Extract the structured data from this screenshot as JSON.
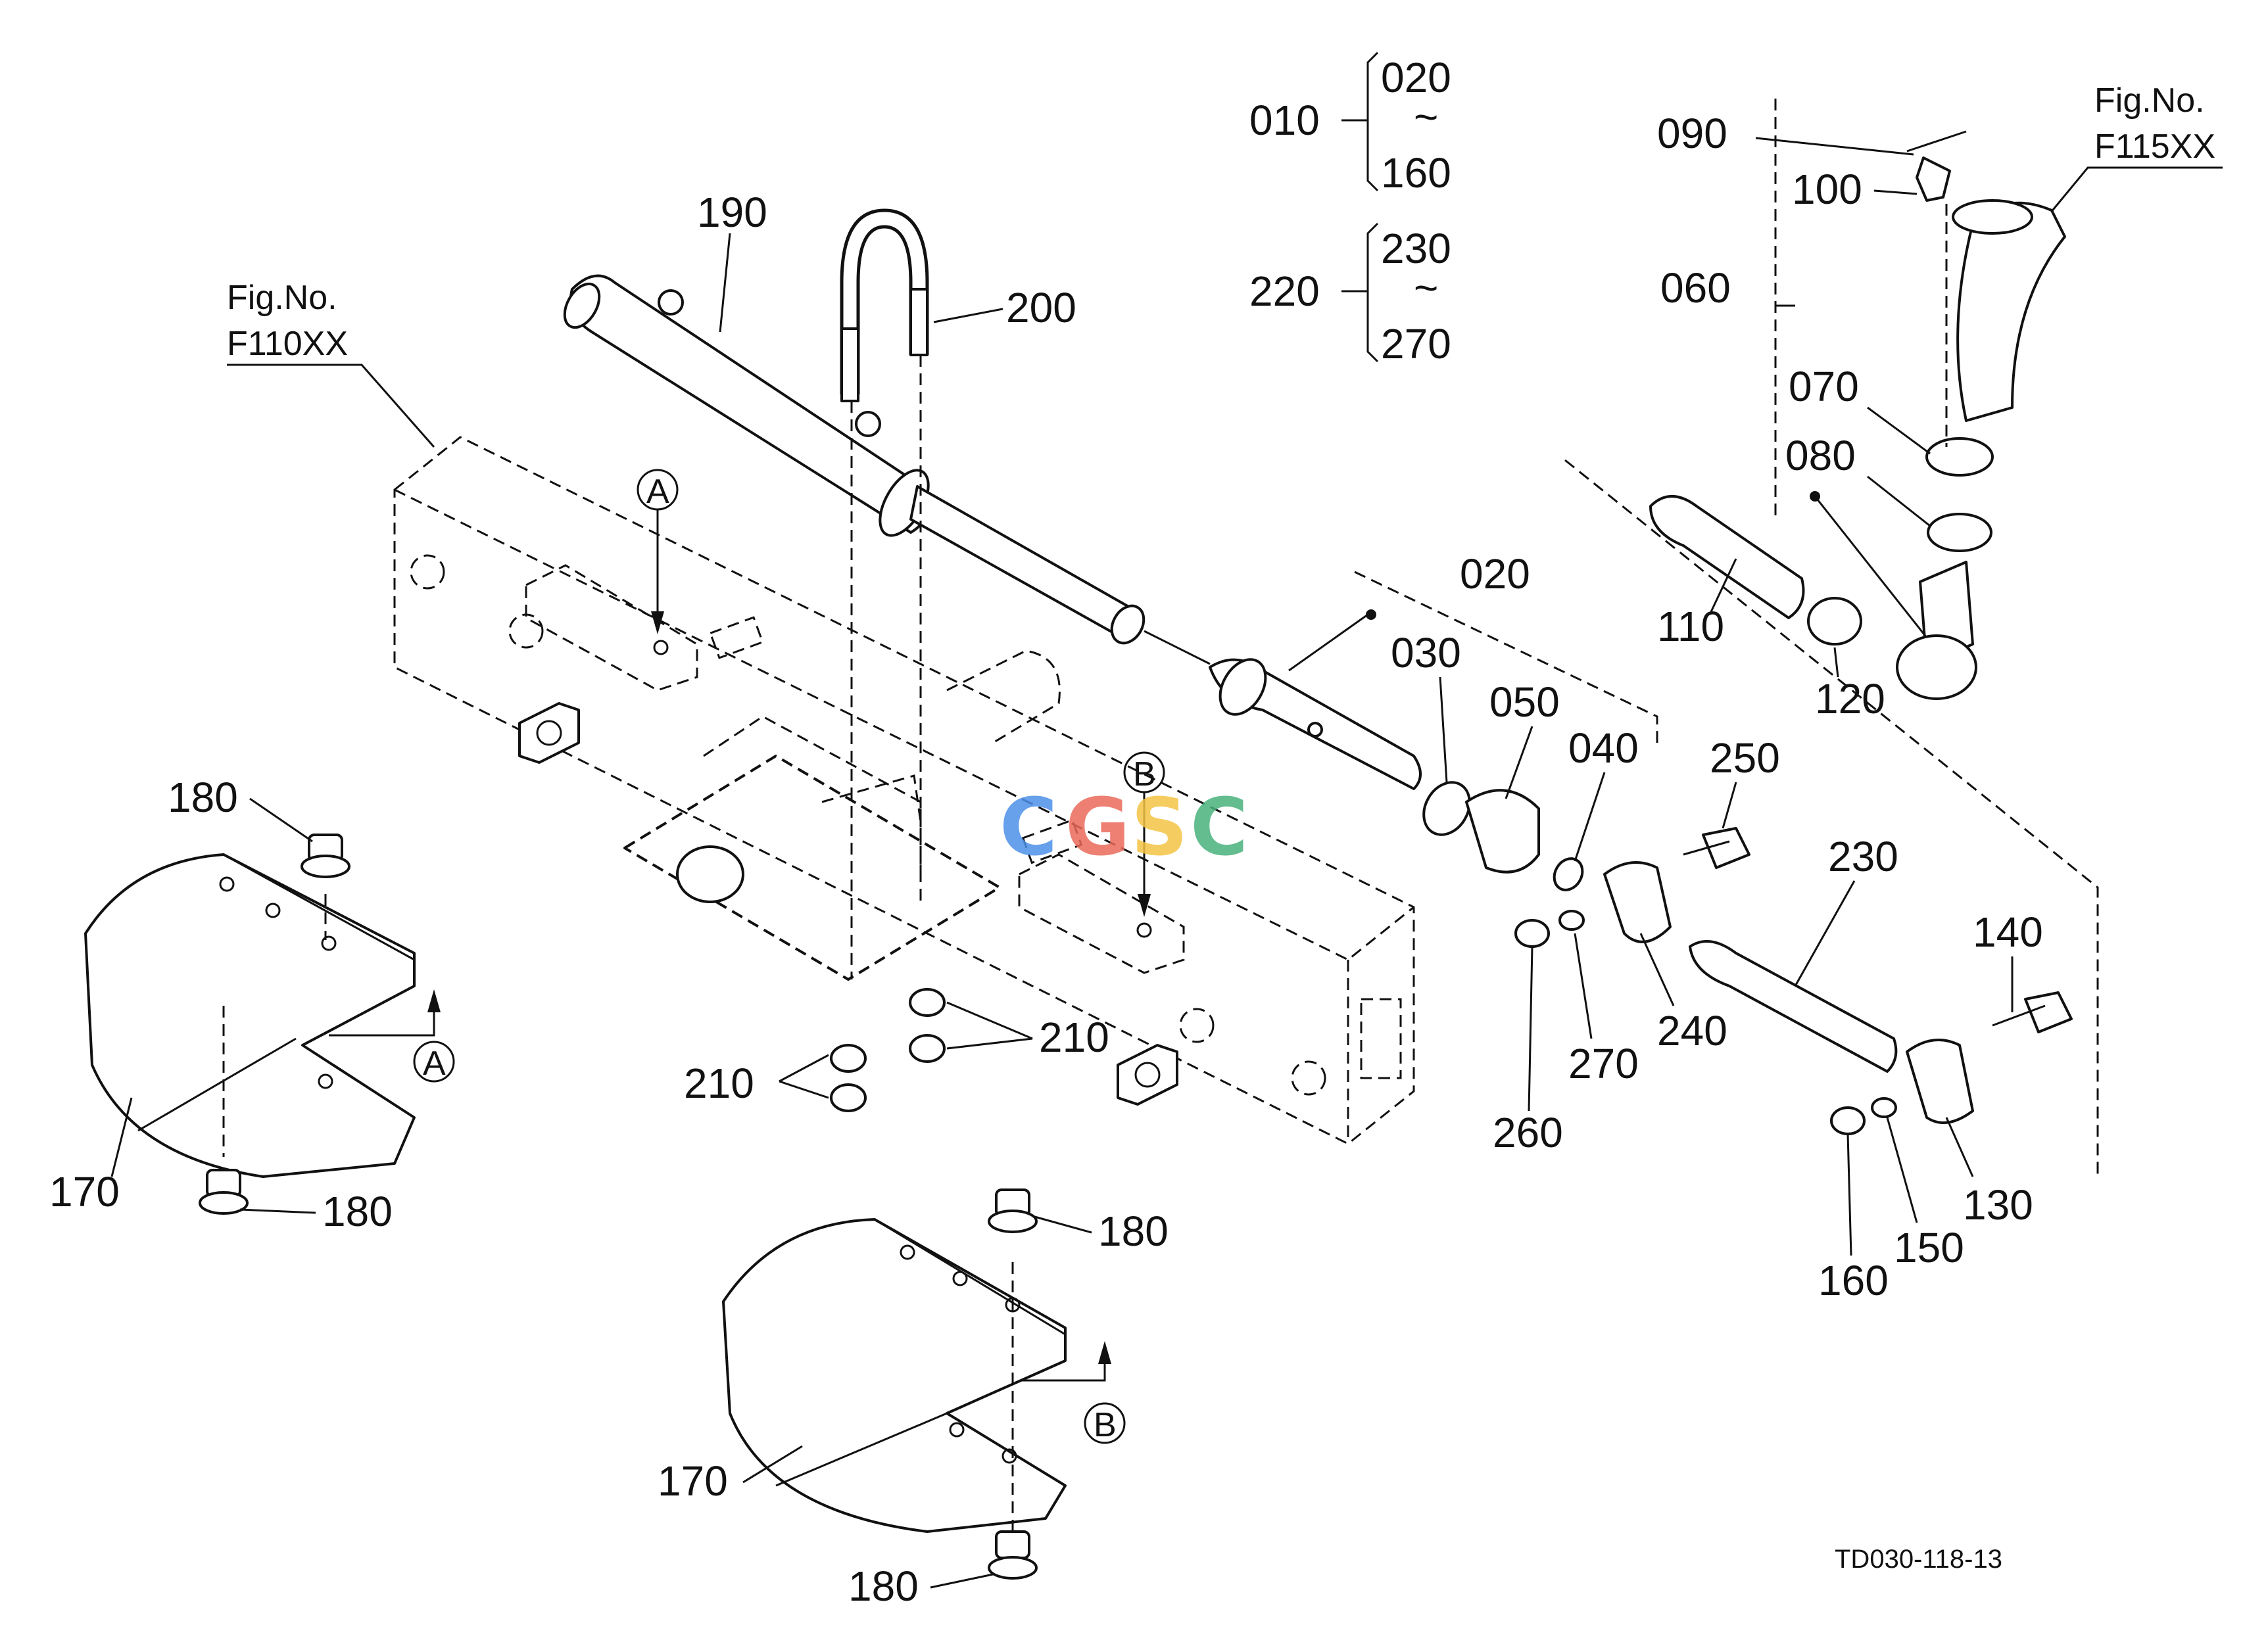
{
  "watermark": {
    "letters": [
      "C",
      "G",
      "S",
      "C"
    ],
    "colors": [
      "#4c8fe8",
      "#ea6a5b",
      "#f3c343",
      "#49b27b"
    ]
  },
  "drawing_code": "TD030-118-13",
  "figure_refs": {
    "left": {
      "line1": "Fig.No.",
      "line2": "F110XX"
    },
    "right": {
      "line1": "Fig.No.",
      "line2": "F115XX"
    }
  },
  "assembly_groups": [
    {
      "id": "010",
      "from": "020",
      "to": "160",
      "tilde": "~"
    },
    {
      "id": "220",
      "from": "230",
      "to": "270",
      "tilde": "~"
    }
  ],
  "section_markers": {
    "a": "A",
    "b": "B"
  },
  "callouts": {
    "p190": "190",
    "p200": "200",
    "p020": "020",
    "p030": "030",
    "p050": "050",
    "p040": "040",
    "p060": "060",
    "p090": "090",
    "p100": "100",
    "p070": "070",
    "p080": "080",
    "p110": "110",
    "p120": "120",
    "p250": "250",
    "p230": "230",
    "p140": "140",
    "p240": "240",
    "p270": "270",
    "p260": "260",
    "p130": "130",
    "p150": "150",
    "p160": "160",
    "p210a": "210",
    "p210b": "210",
    "p180a": "180",
    "p180b": "180",
    "p180c": "180",
    "p180d": "180",
    "p170a": "170",
    "p170b": "170"
  }
}
